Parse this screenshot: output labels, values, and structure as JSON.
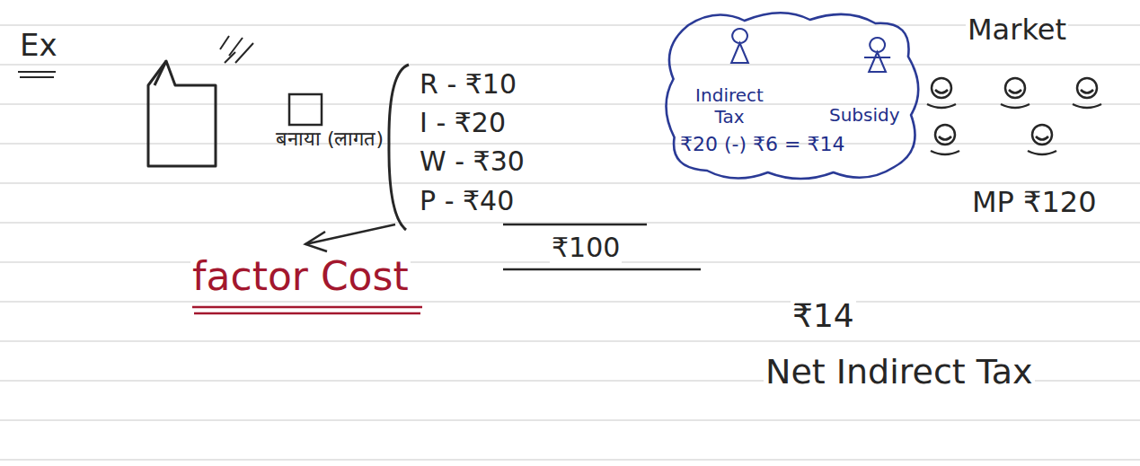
{
  "diagram": {
    "title": "Ex",
    "nodes": [
      {
        "text": [
          "Indirect Tax",
          "Subsidy",
          "₹20 (-) ₹6 = ₹14"
        ]
      }
    ],
    "labels": [
      "बनाया (लागत)",
      "R - ₹10",
      "I - ₹20",
      "W - ₹30",
      "P - ₹40",
      "₹100",
      "factor Cost",
      "Market",
      "MP ₹120",
      "₹14",
      "Net Indirect Tax"
    ]
  }
}
